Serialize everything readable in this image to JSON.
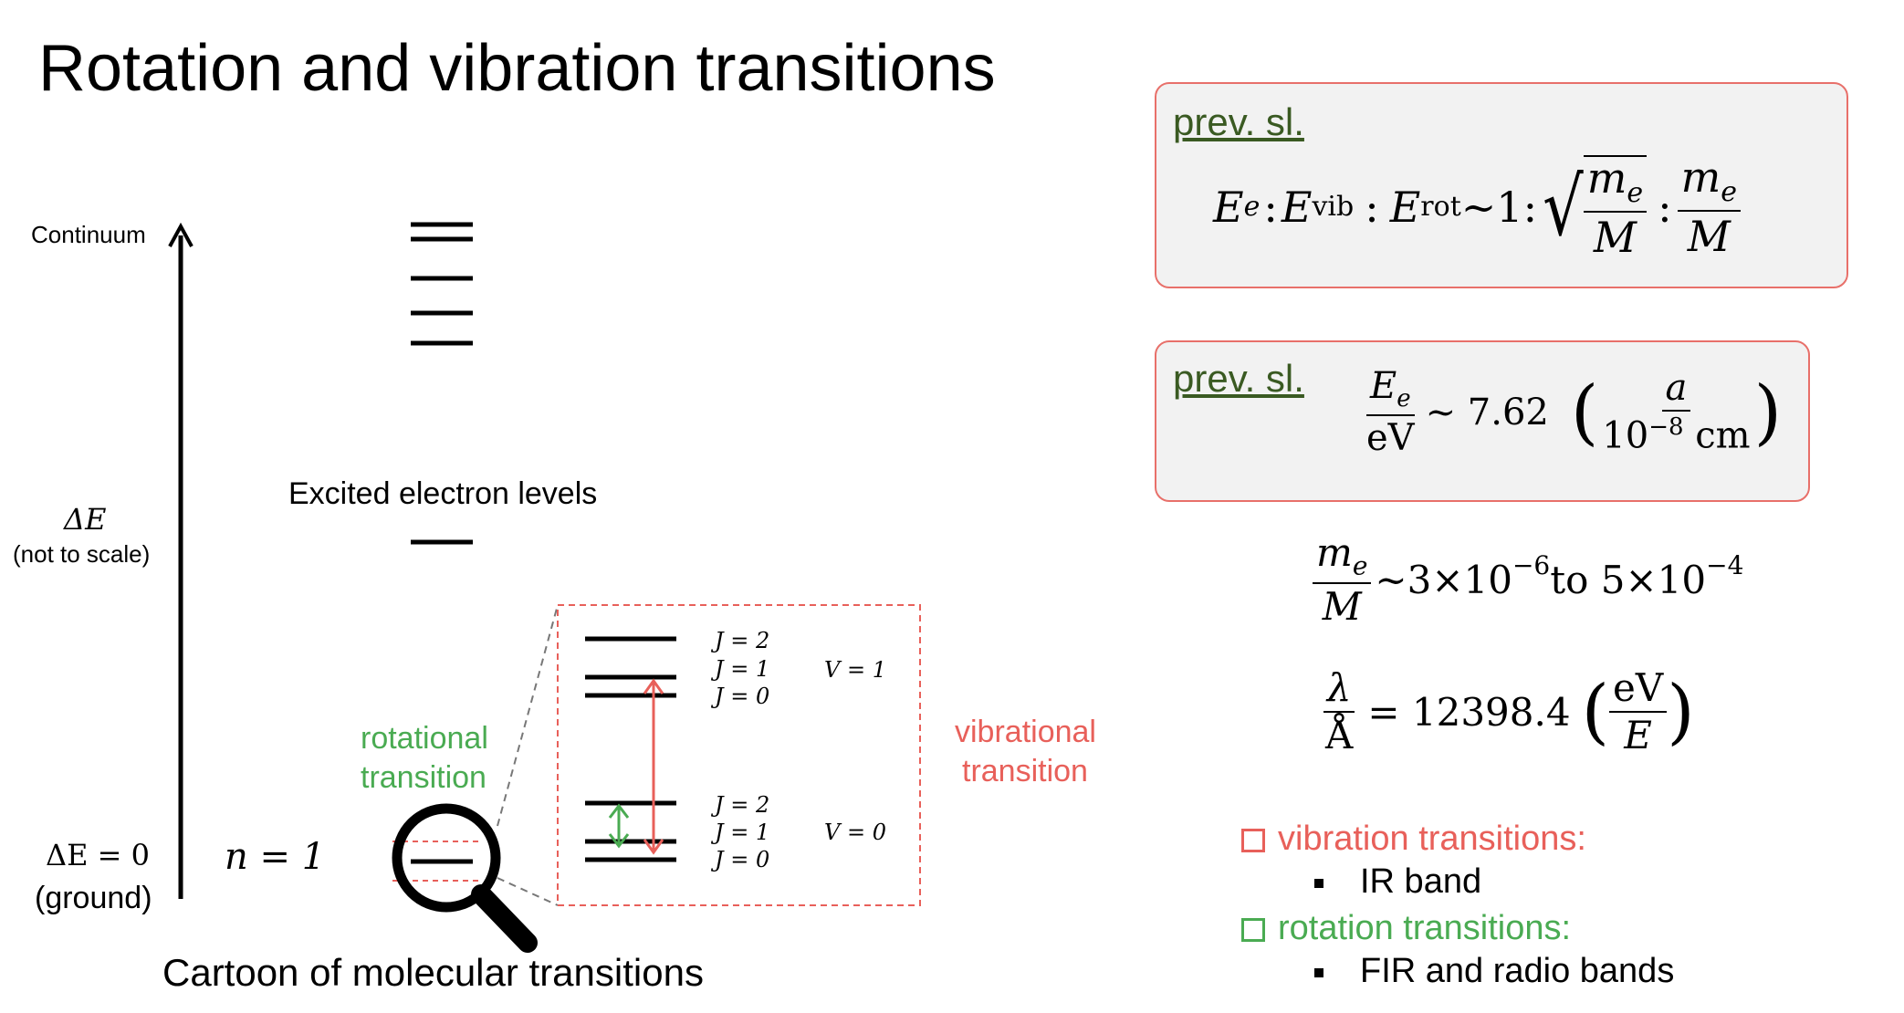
{
  "slide": {
    "title": "Rotation and vibration transitions"
  },
  "diagram": {
    "continuum_label": "Continuum",
    "delta_e_label": "ΔE",
    "not_to_scale": "(not to scale)",
    "ground_eq": "ΔE = 0",
    "ground_label": "(ground)",
    "n_label": "n = 1",
    "excited_label": "Excited electron levels",
    "rotational_line1": "rotational",
    "rotational_line2": "transition",
    "vibrational_line1": "vibrational",
    "vibrational_line2": "transition",
    "caption": "Cartoon of molecular transitions",
    "inset": {
      "upper_j": [
        "J = 2",
        "J = 1",
        "J = 0"
      ],
      "upper_v": "V = 1",
      "lower_j": [
        "J = 2",
        "J = 1",
        "J = 0"
      ],
      "lower_v": "V = 0"
    },
    "colors": {
      "vibrational": "#e8605a",
      "rotational": "#4aab52"
    }
  },
  "box1": {
    "prev_label": "prev. sl.",
    "eq_e": "E",
    "eq_e_sub": "e",
    "eq_vib": "E",
    "eq_vib_sub": "vib",
    "eq_rot": "E",
    "eq_rot_sub": "rot",
    "eq_one": "~1:",
    "frac_num": "m",
    "frac_num_sub": "e",
    "frac_den": "M"
  },
  "box2": {
    "prev_label": "prev. sl.",
    "num": "E",
    "num_sub": "e",
    "den": "eV",
    "value": "~ 7.62",
    "paren_num": "a",
    "paren_den_base": "10",
    "paren_den_exp": "−8",
    "paren_den_unit": "cm"
  },
  "eq3": {
    "num": "m",
    "num_sub": "e",
    "den": "M",
    "text_a": "~3×10",
    "exp_a": "−6",
    "text_b": " to 5×10",
    "exp_b": "−4"
  },
  "eq4": {
    "num": "λ",
    "den": "Å",
    "value": "= 12398.4",
    "paren_num": "eV",
    "paren_den": "E"
  },
  "bullets": {
    "vibration_heading": "vibration transitions:",
    "vibration_item": "IR band",
    "rotation_heading": "rotation transitions:",
    "rotation_item": "FIR and radio bands"
  }
}
